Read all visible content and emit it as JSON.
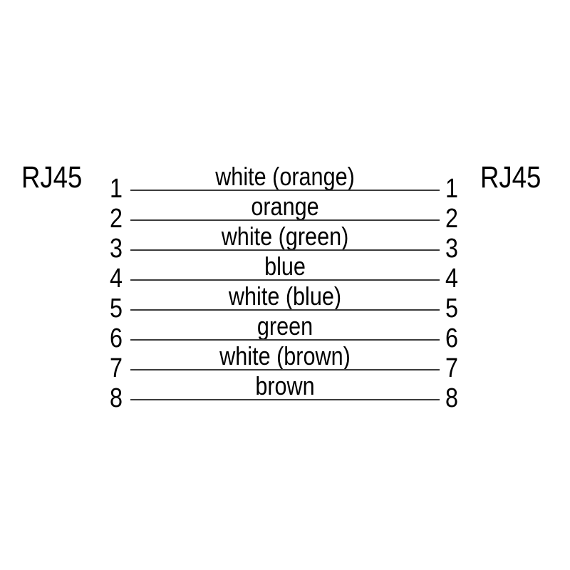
{
  "colors": {
    "background": "#ffffff",
    "text": "#000000",
    "wire_line": "#3b3b3b"
  },
  "connectors": {
    "left": {
      "label": "RJ45"
    },
    "right": {
      "label": "RJ45"
    }
  },
  "wires": [
    {
      "left_pin": "1",
      "right_pin": "1",
      "color_label": "white (orange)"
    },
    {
      "left_pin": "2",
      "right_pin": "2",
      "color_label": "orange"
    },
    {
      "left_pin": "3",
      "right_pin": "3",
      "color_label": "white (green)"
    },
    {
      "left_pin": "4",
      "right_pin": "4",
      "color_label": "blue"
    },
    {
      "left_pin": "5",
      "right_pin": "5",
      "color_label": "white (blue)"
    },
    {
      "left_pin": "6",
      "right_pin": "6",
      "color_label": "green"
    },
    {
      "left_pin": "7",
      "right_pin": "7",
      "color_label": "white (brown)"
    },
    {
      "left_pin": "8",
      "right_pin": "8",
      "color_label": "brown"
    }
  ]
}
